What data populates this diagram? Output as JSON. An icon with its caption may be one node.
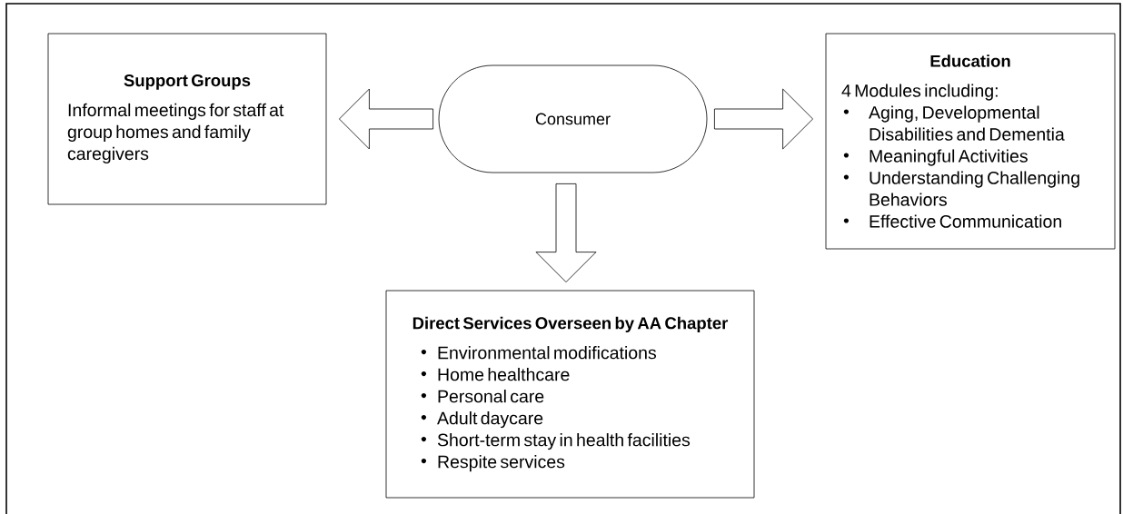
{
  "diagram": {
    "nodes": [
      {
        "text": [
          "Support Groups",
          "Informal meetings for staff at group homes and family caregivers"
        ]
      },
      {
        "text": [
          "Consumer"
        ]
      },
      {
        "text": [
          "Education",
          "4 Modules including:",
          "Aging, Developmental Disabilities and Dementia",
          "Meaningful Activities",
          "Understanding Challenging Behaviors",
          "Effective Communication"
        ]
      },
      {
        "text": [
          "Direct Services Overseen by AA Chapter",
          "Environmental modifications",
          "Home healthcare",
          "Personal care",
          "Adult daycare",
          "Short-term stay in health facilities",
          "Respite services"
        ]
      }
    ],
    "edges": [
      {
        "from": 1,
        "to": 0,
        "arrow": "to"
      },
      {
        "from": 1,
        "to": 2,
        "arrow": "to"
      },
      {
        "from": 1,
        "to": 3,
        "arrow": "to"
      }
    ]
  }
}
